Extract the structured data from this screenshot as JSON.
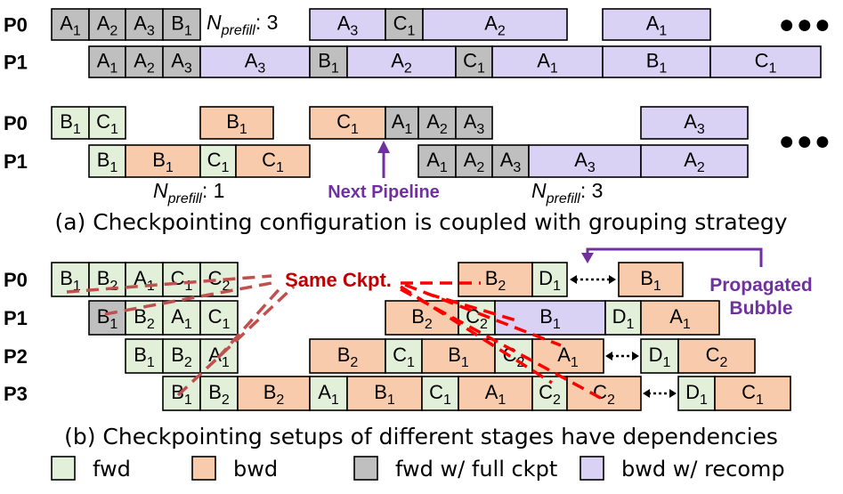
{
  "colors": {
    "fwd": "#e2efd9",
    "bwd": "#f8cbad",
    "ckpt": "#bfbfbf",
    "recomp": "#d9d2f5",
    "purple": "#7030a0",
    "red": "#c00000",
    "red_bright": "#ff0000",
    "dashed_brown": "#c0504d"
  },
  "panel_a": {
    "row1": {
      "rows": [
        {
          "label": "P0",
          "cells": [
            [
              "A",
              "1",
              "ckpt"
            ],
            [
              "A",
              "2",
              "ckpt"
            ],
            [
              "A",
              "3",
              "ckpt"
            ],
            [
              "B",
              "1",
              "ckpt"
            ],
            [
              "",
              null,
              "gap"
            ],
            [
              "A",
              "3",
              "recomp"
            ],
            [
              "C",
              "1",
              "ckpt"
            ],
            [
              "A",
              "2",
              "recomp"
            ],
            [
              "",
              null,
              "gap"
            ],
            [
              "A",
              "1",
              "recomp"
            ]
          ]
        },
        {
          "label": "P1",
          "cells": [
            [
              "A",
              "1",
              "ckpt"
            ],
            [
              "A",
              "2",
              "ckpt"
            ],
            [
              "A",
              "3",
              "ckpt"
            ],
            [
              "A",
              "3",
              "recomp"
            ],
            [
              "B",
              "1",
              "ckpt"
            ],
            [
              "A",
              "2",
              "recomp"
            ],
            [
              "C",
              "1",
              "ckpt"
            ],
            [
              "A",
              "1",
              "recomp"
            ],
            [
              "B",
              "1",
              "recomp"
            ],
            [
              "C",
              "1",
              "recomp"
            ]
          ]
        }
      ],
      "annotation": {
        "base": "N",
        "sub": "prefill",
        "suffix": ": 3"
      }
    },
    "row2": {
      "rows": [
        {
          "label": "P0",
          "cells": [
            [
              "B",
              "1",
              "fwd"
            ],
            [
              "C",
              "1",
              "fwd"
            ],
            [
              "B",
              "1",
              "bwd"
            ],
            [
              "C",
              "1",
              "bwd"
            ],
            [
              "A",
              "1",
              "ckpt"
            ],
            [
              "A",
              "2",
              "ckpt"
            ],
            [
              "A",
              "3",
              "ckpt"
            ],
            [
              "A",
              "3",
              "recomp"
            ]
          ]
        },
        {
          "label": "P1",
          "cells": [
            [
              "B",
              "1",
              "fwd"
            ],
            [
              "B",
              "1",
              "bwd"
            ],
            [
              "C",
              "1",
              "fwd"
            ],
            [
              "C",
              "1",
              "bwd"
            ],
            [
              "A",
              "1",
              "ckpt"
            ],
            [
              "A",
              "2",
              "ckpt"
            ],
            [
              "A",
              "3",
              "ckpt"
            ],
            [
              "A",
              "3",
              "recomp"
            ],
            [
              "A",
              "2",
              "recomp"
            ]
          ]
        }
      ],
      "annotation_left": {
        "base": "N",
        "sub": "prefill",
        "suffix": ": 1"
      },
      "annotation_right": {
        "base": "N",
        "sub": "prefill",
        "suffix": ": 3"
      },
      "arrow_label": "Next Pipeline"
    },
    "ellipsis": "●●●",
    "caption": "(a) Checkpointing configuration is coupled with grouping strategy"
  },
  "panel_b": {
    "rows": [
      {
        "label": "P0",
        "cells": [
          [
            "B",
            "1",
            "fwd"
          ],
          [
            "B",
            "2",
            "fwd"
          ],
          [
            "A",
            "1",
            "fwd"
          ],
          [
            "C",
            "1",
            "fwd"
          ],
          [
            "C",
            "2",
            "fwd"
          ],
          [
            "B",
            "2",
            "bwd"
          ],
          [
            "D",
            "1",
            "fwd"
          ],
          [
            "B",
            "1",
            "bwd"
          ]
        ]
      },
      {
        "label": "P1",
        "cells": [
          [
            "B",
            "1",
            "ckpt"
          ],
          [
            "B",
            "2",
            "fwd"
          ],
          [
            "A",
            "1",
            "fwd"
          ],
          [
            "C",
            "1",
            "fwd"
          ],
          [
            "B",
            "2",
            "bwd"
          ],
          [
            "C",
            "2",
            "fwd"
          ],
          [
            "B",
            "1",
            "recomp"
          ],
          [
            "D",
            "1",
            "fwd"
          ],
          [
            "A",
            "1",
            "bwd"
          ]
        ]
      },
      {
        "label": "P2",
        "cells": [
          [
            "B",
            "1",
            "fwd"
          ],
          [
            "B",
            "2",
            "fwd"
          ],
          [
            "A",
            "1",
            "fwd"
          ],
          [
            "B",
            "2",
            "bwd"
          ],
          [
            "C",
            "1",
            "fwd"
          ],
          [
            "B",
            "1",
            "bwd"
          ],
          [
            "C",
            "2",
            "fwd"
          ],
          [
            "A",
            "1",
            "bwd"
          ],
          [
            "D",
            "1",
            "fwd"
          ],
          [
            "C",
            "2",
            "bwd"
          ]
        ]
      },
      {
        "label": "P3",
        "cells": [
          [
            "B",
            "1",
            "fwd"
          ],
          [
            "B",
            "2",
            "fwd"
          ],
          [
            "B",
            "2",
            "bwd"
          ],
          [
            "A",
            "1",
            "fwd"
          ],
          [
            "B",
            "1",
            "bwd"
          ],
          [
            "C",
            "1",
            "fwd"
          ],
          [
            "A",
            "1",
            "bwd"
          ],
          [
            "C",
            "2",
            "fwd"
          ],
          [
            "C",
            "2",
            "bwd"
          ],
          [
            "D",
            "1",
            "fwd"
          ],
          [
            "C",
            "1",
            "bwd"
          ]
        ]
      }
    ],
    "same_ckpt_label": "Same Ckpt.",
    "bubble_label_line1": "Propagated",
    "bubble_label_line2": "Bubble",
    "caption": "(b) Checkpointing setups of different stages have dependencies"
  },
  "legend": [
    {
      "key": "fwd",
      "label": "fwd"
    },
    {
      "key": "bwd",
      "label": "bwd"
    },
    {
      "key": "ckpt",
      "label": "fwd w/ full ckpt"
    },
    {
      "key": "recomp",
      "label": "bwd w/ recomp"
    }
  ]
}
